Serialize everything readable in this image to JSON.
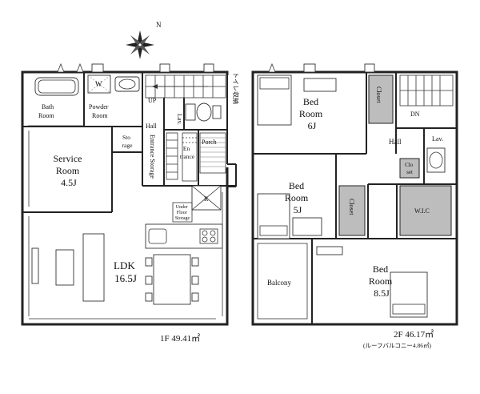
{
  "compass": {
    "label": "N"
  },
  "floor1": {
    "rooms": {
      "bath": [
        "Bath",
        "Room"
      ],
      "powder": [
        "Powder",
        "Room"
      ],
      "w": "W",
      "up": "UP",
      "lav": "Lav.",
      "toilet_storage": "トイレ収納",
      "hall": "Hall",
      "service": [
        "Service",
        "Room",
        "4.5J"
      ],
      "storage": [
        "Sto",
        "rage"
      ],
      "entrance_storage": "Entrance Storage",
      "entrance": [
        "En",
        "trance"
      ],
      "porch": "Porch",
      "underfloor": [
        "Under",
        "Floor",
        "Storage"
      ],
      "r": "R",
      "ldk": [
        "LDK",
        "16.5J"
      ]
    },
    "area_label": "1F 49.41㎡"
  },
  "floor2": {
    "rooms": {
      "bed1": [
        "Bed",
        "Room",
        "6J"
      ],
      "closet1": "Closet",
      "dn": "DN",
      "hall": "Hall",
      "lav": "Lav.",
      "closet_small": [
        "Clo",
        "set"
      ],
      "bed2": [
        "Bed",
        "Room",
        "5J"
      ],
      "closet2": "Closet",
      "wic": "W.I.C",
      "balcony": "Balcony",
      "bed3": [
        "Bed",
        "Room",
        "8.5J"
      ]
    },
    "area_label": "2F 46.17㎡",
    "roof_balcony": "(ルーフバルコニー4.86㎡)"
  }
}
